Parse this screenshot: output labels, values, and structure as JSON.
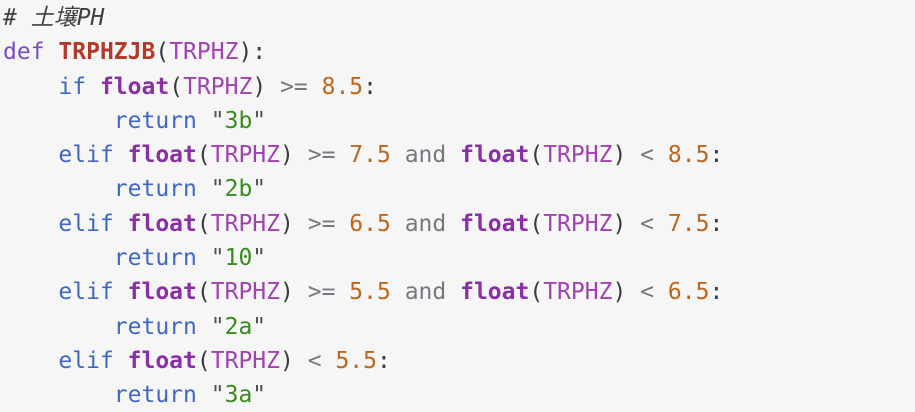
{
  "palette": {
    "background": "#f6f6f6",
    "plain": "#333333",
    "comment": "#3f3f3f",
    "keyword": "#3e68c4",
    "keyword_def": "#7a4cc5",
    "function": "#b23a2b",
    "builtin": "#8a2fa6",
    "variable": "#a241b2",
    "punctuation": "#3c3c40",
    "operator": "#75797f",
    "number": "#c0661c",
    "string": "#388c1e",
    "string_quote": "#4d5157"
  },
  "code": {
    "language": "python",
    "lines": [
      {
        "tokens": [
          {
            "t": "# 土壤PH",
            "c": "comment"
          }
        ]
      },
      {
        "tokens": [
          {
            "t": "def",
            "c": "keyword_def"
          },
          {
            "t": " ",
            "c": "plain"
          },
          {
            "t": "TRPHZJB",
            "c": "function"
          },
          {
            "t": "(",
            "c": "punctuation"
          },
          {
            "t": "TRPHZ",
            "c": "variable"
          },
          {
            "t": "):",
            "c": "punctuation"
          }
        ]
      },
      {
        "tokens": [
          {
            "t": "    ",
            "c": "plain"
          },
          {
            "t": "if",
            "c": "keyword"
          },
          {
            "t": " ",
            "c": "plain"
          },
          {
            "t": "float",
            "c": "builtin"
          },
          {
            "t": "(",
            "c": "punctuation"
          },
          {
            "t": "TRPHZ",
            "c": "variable"
          },
          {
            "t": ")",
            "c": "punctuation"
          },
          {
            "t": " ",
            "c": "plain"
          },
          {
            "t": ">=",
            "c": "operator"
          },
          {
            "t": " ",
            "c": "plain"
          },
          {
            "t": "8.5",
            "c": "number"
          },
          {
            "t": ":",
            "c": "punctuation"
          }
        ]
      },
      {
        "tokens": [
          {
            "t": "        ",
            "c": "plain"
          },
          {
            "t": "return",
            "c": "keyword"
          },
          {
            "t": " ",
            "c": "plain"
          },
          {
            "t": "\"",
            "c": "string_quote"
          },
          {
            "t": "3b",
            "c": "string"
          },
          {
            "t": "\"",
            "c": "string_quote"
          }
        ]
      },
      {
        "tokens": [
          {
            "t": "    ",
            "c": "plain"
          },
          {
            "t": "elif",
            "c": "keyword"
          },
          {
            "t": " ",
            "c": "plain"
          },
          {
            "t": "float",
            "c": "builtin"
          },
          {
            "t": "(",
            "c": "punctuation"
          },
          {
            "t": "TRPHZ",
            "c": "variable"
          },
          {
            "t": ")",
            "c": "punctuation"
          },
          {
            "t": " ",
            "c": "plain"
          },
          {
            "t": ">=",
            "c": "operator"
          },
          {
            "t": " ",
            "c": "plain"
          },
          {
            "t": "7.5",
            "c": "number"
          },
          {
            "t": " ",
            "c": "plain"
          },
          {
            "t": "and",
            "c": "operator"
          },
          {
            "t": " ",
            "c": "plain"
          },
          {
            "t": "float",
            "c": "builtin"
          },
          {
            "t": "(",
            "c": "punctuation"
          },
          {
            "t": "TRPHZ",
            "c": "variable"
          },
          {
            "t": ")",
            "c": "punctuation"
          },
          {
            "t": " ",
            "c": "plain"
          },
          {
            "t": "<",
            "c": "operator"
          },
          {
            "t": " ",
            "c": "plain"
          },
          {
            "t": "8.5",
            "c": "number"
          },
          {
            "t": ":",
            "c": "punctuation"
          }
        ]
      },
      {
        "tokens": [
          {
            "t": "        ",
            "c": "plain"
          },
          {
            "t": "return",
            "c": "keyword"
          },
          {
            "t": " ",
            "c": "plain"
          },
          {
            "t": "\"",
            "c": "string_quote"
          },
          {
            "t": "2b",
            "c": "string"
          },
          {
            "t": "\"",
            "c": "string_quote"
          }
        ]
      },
      {
        "tokens": [
          {
            "t": "    ",
            "c": "plain"
          },
          {
            "t": "elif",
            "c": "keyword"
          },
          {
            "t": " ",
            "c": "plain"
          },
          {
            "t": "float",
            "c": "builtin"
          },
          {
            "t": "(",
            "c": "punctuation"
          },
          {
            "t": "TRPHZ",
            "c": "variable"
          },
          {
            "t": ")",
            "c": "punctuation"
          },
          {
            "t": " ",
            "c": "plain"
          },
          {
            "t": ">=",
            "c": "operator"
          },
          {
            "t": " ",
            "c": "plain"
          },
          {
            "t": "6.5",
            "c": "number"
          },
          {
            "t": " ",
            "c": "plain"
          },
          {
            "t": "and",
            "c": "operator"
          },
          {
            "t": " ",
            "c": "plain"
          },
          {
            "t": "float",
            "c": "builtin"
          },
          {
            "t": "(",
            "c": "punctuation"
          },
          {
            "t": "TRPHZ",
            "c": "variable"
          },
          {
            "t": ")",
            "c": "punctuation"
          },
          {
            "t": " ",
            "c": "plain"
          },
          {
            "t": "<",
            "c": "operator"
          },
          {
            "t": " ",
            "c": "plain"
          },
          {
            "t": "7.5",
            "c": "number"
          },
          {
            "t": ":",
            "c": "punctuation"
          }
        ]
      },
      {
        "tokens": [
          {
            "t": "        ",
            "c": "plain"
          },
          {
            "t": "return",
            "c": "keyword"
          },
          {
            "t": " ",
            "c": "plain"
          },
          {
            "t": "\"",
            "c": "string_quote"
          },
          {
            "t": "10",
            "c": "string"
          },
          {
            "t": "\"",
            "c": "string_quote"
          }
        ]
      },
      {
        "tokens": [
          {
            "t": "    ",
            "c": "plain"
          },
          {
            "t": "elif",
            "c": "keyword"
          },
          {
            "t": " ",
            "c": "plain"
          },
          {
            "t": "float",
            "c": "builtin"
          },
          {
            "t": "(",
            "c": "punctuation"
          },
          {
            "t": "TRPHZ",
            "c": "variable"
          },
          {
            "t": ")",
            "c": "punctuation"
          },
          {
            "t": " ",
            "c": "plain"
          },
          {
            "t": ">=",
            "c": "operator"
          },
          {
            "t": " ",
            "c": "plain"
          },
          {
            "t": "5.5",
            "c": "number"
          },
          {
            "t": " ",
            "c": "plain"
          },
          {
            "t": "and",
            "c": "operator"
          },
          {
            "t": " ",
            "c": "plain"
          },
          {
            "t": "float",
            "c": "builtin"
          },
          {
            "t": "(",
            "c": "punctuation"
          },
          {
            "t": "TRPHZ",
            "c": "variable"
          },
          {
            "t": ")",
            "c": "punctuation"
          },
          {
            "t": " ",
            "c": "plain"
          },
          {
            "t": "<",
            "c": "operator"
          },
          {
            "t": " ",
            "c": "plain"
          },
          {
            "t": "6.5",
            "c": "number"
          },
          {
            "t": ":",
            "c": "punctuation"
          }
        ]
      },
      {
        "tokens": [
          {
            "t": "        ",
            "c": "plain"
          },
          {
            "t": "return",
            "c": "keyword"
          },
          {
            "t": " ",
            "c": "plain"
          },
          {
            "t": "\"",
            "c": "string_quote"
          },
          {
            "t": "2a",
            "c": "string"
          },
          {
            "t": "\"",
            "c": "string_quote"
          }
        ]
      },
      {
        "tokens": [
          {
            "t": "    ",
            "c": "plain"
          },
          {
            "t": "elif",
            "c": "keyword"
          },
          {
            "t": " ",
            "c": "plain"
          },
          {
            "t": "float",
            "c": "builtin"
          },
          {
            "t": "(",
            "c": "punctuation"
          },
          {
            "t": "TRPHZ",
            "c": "variable"
          },
          {
            "t": ")",
            "c": "punctuation"
          },
          {
            "t": " ",
            "c": "plain"
          },
          {
            "t": "<",
            "c": "operator"
          },
          {
            "t": " ",
            "c": "plain"
          },
          {
            "t": "5.5",
            "c": "number"
          },
          {
            "t": ":",
            "c": "punctuation"
          }
        ]
      },
      {
        "tokens": [
          {
            "t": "        ",
            "c": "plain"
          },
          {
            "t": "return",
            "c": "keyword"
          },
          {
            "t": " ",
            "c": "plain"
          },
          {
            "t": "\"",
            "c": "string_quote"
          },
          {
            "t": "3a",
            "c": "string"
          },
          {
            "t": "\"",
            "c": "string_quote"
          }
        ]
      }
    ]
  }
}
